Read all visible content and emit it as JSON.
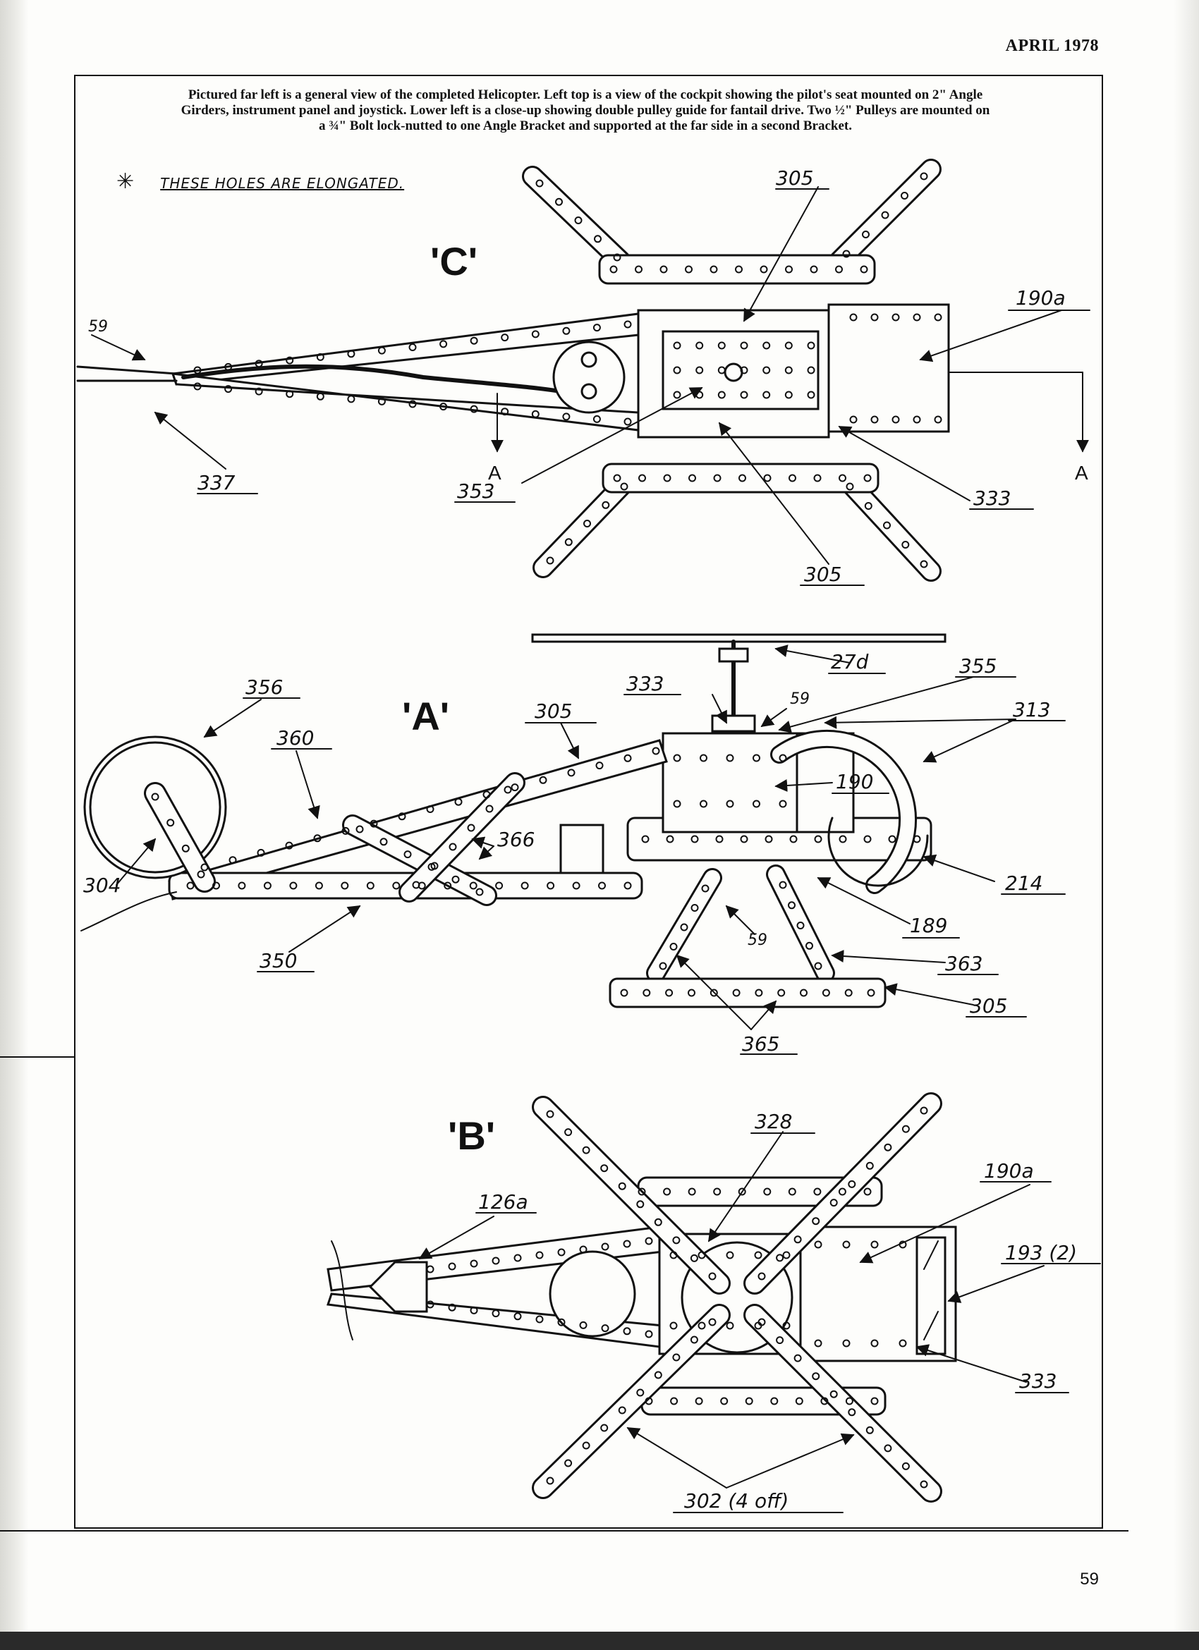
{
  "header": {
    "date": "APRIL 1978"
  },
  "caption": {
    "line1": "Pictured far left is a general view of the completed Helicopter.  Left top  is a view of the cockpit showing the pilot's seat mounted on 2\" Angle",
    "line2": "Girders, instrument panel and joystick.  Lower left is a close-up showing double pulley guide for fantail drive.  Two ½\" Pulleys are mounted on",
    "line3": "a ¾\" Bolt lock-nutted to one Angle Bracket and supported at the far side in a second Bracket."
  },
  "note": {
    "symbol": "✳",
    "text": "THESE HOLES ARE ELONGATED."
  },
  "views": {
    "c": "'C'",
    "a": "'A'",
    "b": "'B'"
  },
  "section_marker": "A",
  "labels_c": [
    "305",
    "190a",
    "59",
    "337",
    "353",
    "333",
    "305"
  ],
  "labels_a": [
    "27d",
    "355",
    "333",
    "59",
    "313",
    "356",
    "305",
    "360",
    "190",
    "366",
    "304",
    "214",
    "189",
    "350",
    "59",
    "363",
    "305",
    "365"
  ],
  "labels_b": [
    "328",
    "190a",
    "126a",
    "193 (2)",
    "333",
    "302 (4 off)"
  ],
  "page_number": "59"
}
